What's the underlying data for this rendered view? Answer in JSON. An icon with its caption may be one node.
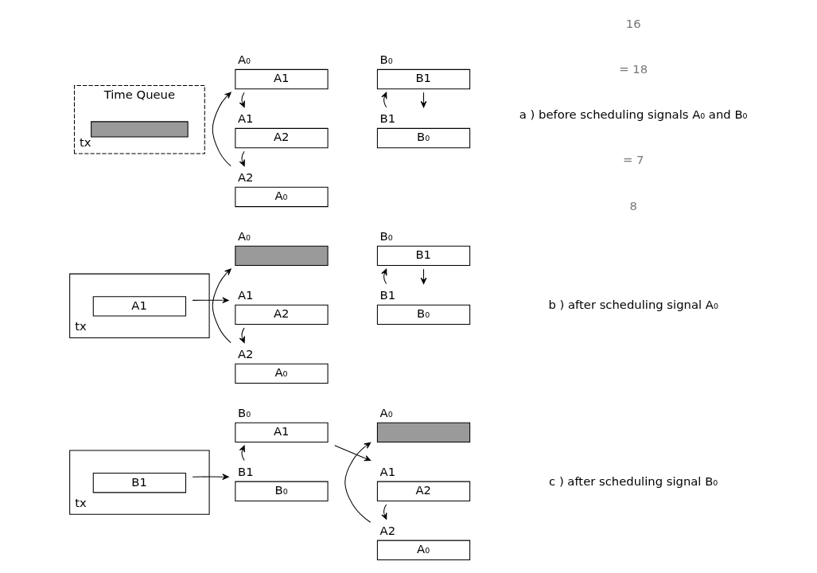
{
  "diagram": {
    "nodes": [
      {
        "text": [
          "Time Queue"
        ]
      },
      {
        "text": [],
        "shape": "bar",
        "in": 0,
        "beside": [
          "tx"
        ]
      },
      {
        "text": [
          "A₀",
          "A1"
        ]
      },
      {
        "text": [
          "A1",
          "A2"
        ]
      },
      {
        "text": [
          "A2",
          "A₀"
        ]
      },
      {
        "text": [
          "B₀",
          "B1"
        ]
      },
      {
        "text": [
          "B1",
          "B₀"
        ]
      },
      {
        "text": [],
        "shape": "box"
      },
      {
        "text": [
          "A1"
        ],
        "in": 7,
        "beside": [
          "tx"
        ]
      },
      {
        "text": [
          "A₀"
        ]
      },
      {
        "text": [
          "A1",
          "A2"
        ]
      },
      {
        "text": [
          "A2",
          "A₀"
        ]
      },
      {
        "text": [
          "B₀",
          "B1"
        ]
      },
      {
        "text": [
          "B1",
          "B₀"
        ]
      },
      {
        "text": [],
        "shape": "box"
      },
      {
        "text": [
          "B1"
        ],
        "in": 14,
        "beside": [
          "tx"
        ]
      },
      {
        "text": [
          "B₀",
          "A1"
        ]
      },
      {
        "text": [
          "B1",
          "B₀"
        ]
      },
      {
        "text": [
          "A₀"
        ]
      },
      {
        "text": [
          "A1",
          "A2"
        ]
      },
      {
        "text": [
          "A2",
          "A₀"
        ]
      }
    ],
    "edges": [
      {
        "from": 2,
        "to": 3,
        "arrow": "to"
      },
      {
        "from": 3,
        "to": 4,
        "arrow": "to"
      },
      {
        "from": 4,
        "to": 2,
        "arrow": "to"
      },
      {
        "from": 5,
        "to": 6,
        "arrow": "to"
      },
      {
        "from": 6,
        "to": 5,
        "arrow": "to"
      },
      {
        "from": 8,
        "to": 10,
        "arrow": "to"
      },
      {
        "from": 10,
        "to": 11,
        "arrow": "to"
      },
      {
        "from": 11,
        "to": 9,
        "arrow": "to"
      },
      {
        "from": 12,
        "to": 13,
        "arrow": "to"
      },
      {
        "from": 13,
        "to": 12,
        "arrow": "to"
      },
      {
        "from": 15,
        "to": 17,
        "arrow": "to"
      },
      {
        "from": 17,
        "to": 16,
        "arrow": "to"
      },
      {
        "from": 16,
        "to": 19,
        "arrow": "to"
      },
      {
        "from": 19,
        "to": 20,
        "arrow": "to"
      },
      {
        "from": 20,
        "to": 18,
        "arrow": "to"
      }
    ],
    "labels": [
      "= 18",
      "16",
      "= 7",
      "8",
      "a ) before scheduling signals A₀ and B₀",
      "b ) after scheduling signal A₀",
      "c ) after scheduling signal B₀"
    ]
  }
}
